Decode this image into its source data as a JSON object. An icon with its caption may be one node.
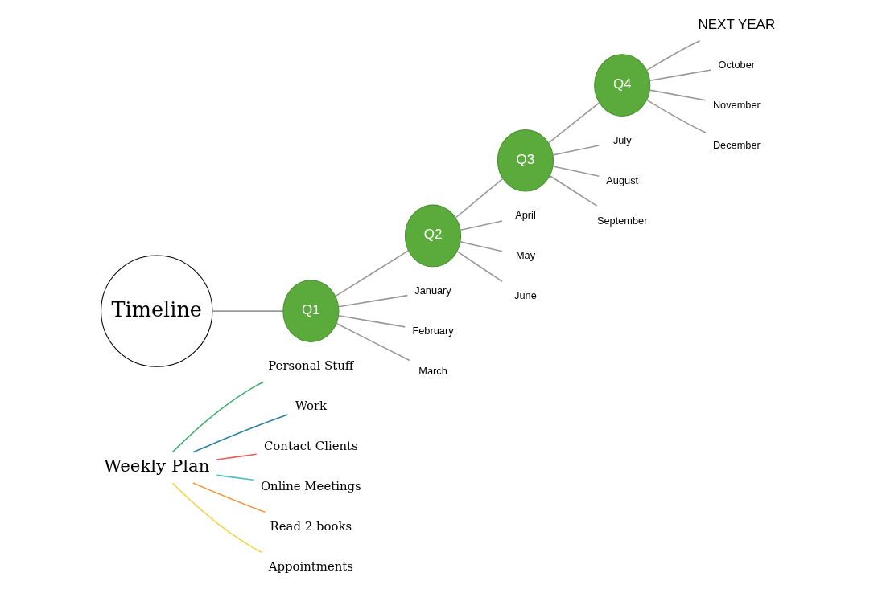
{
  "diagram": {
    "nodes": [
      {
        "text": [
          "Weekly Plan"
        ]
      },
      {
        "text": [
          "Personal Stuff"
        ]
      },
      {
        "text": [
          "Work"
        ]
      },
      {
        "text": [
          "Contact Clients"
        ]
      },
      {
        "text": [
          "Online Meetings"
        ]
      },
      {
        "text": [
          "Read 2 books"
        ]
      },
      {
        "text": [
          "Appointments"
        ]
      },
      {
        "text": [
          "Timeline"
        ]
      },
      {
        "text": [
          "Q1"
        ]
      },
      {
        "text": [
          "Q2"
        ]
      },
      {
        "text": [
          "Q3"
        ]
      },
      {
        "text": [
          "Q4"
        ]
      },
      {
        "text": [
          "NEXT YEAR"
        ]
      },
      {
        "text": [
          "January"
        ]
      },
      {
        "text": [
          "February"
        ]
      },
      {
        "text": [
          "March"
        ]
      },
      {
        "text": [
          "July"
        ]
      },
      {
        "text": [
          "August"
        ]
      },
      {
        "text": [
          "September"
        ]
      },
      {
        "text": [
          "April"
        ]
      },
      {
        "text": [
          "May"
        ]
      },
      {
        "text": [
          "June"
        ]
      },
      {
        "text": [
          "October"
        ]
      },
      {
        "text": [
          "November"
        ]
      },
      {
        "text": [
          "December"
        ]
      }
    ],
    "edges": [
      {
        "from": 0,
        "to": 1,
        "arrow": "none",
        "color": "#3cb06a"
      },
      {
        "from": 0,
        "to": 2,
        "arrow": "none",
        "color": "#2a7f9e"
      },
      {
        "from": 0,
        "to": 3,
        "arrow": "none",
        "color": "#e8605a"
      },
      {
        "from": 0,
        "to": 4,
        "arrow": "none",
        "color": "#4dbfbf"
      },
      {
        "from": 0,
        "to": 5,
        "arrow": "none",
        "color": "#f3994a"
      },
      {
        "from": 0,
        "to": 6,
        "arrow": "none",
        "color": "#f3d443"
      },
      {
        "from": 7,
        "to": 8,
        "arrow": "none"
      },
      {
        "from": 8,
        "to": 9,
        "arrow": "none"
      },
      {
        "from": 9,
        "to": 10,
        "arrow": "none"
      },
      {
        "from": 10,
        "to": 11,
        "arrow": "none"
      },
      {
        "from": 11,
        "to": 12,
        "arrow": "none"
      },
      {
        "from": 8,
        "to": 13,
        "arrow": "none"
      },
      {
        "from": 8,
        "to": 14,
        "arrow": "none"
      },
      {
        "from": 8,
        "to": 15,
        "arrow": "none"
      },
      {
        "from": 10,
        "to": 16,
        "arrow": "none"
      },
      {
        "from": 10,
        "to": 17,
        "arrow": "none"
      },
      {
        "from": 10,
        "to": 18,
        "arrow": "none"
      },
      {
        "from": 9,
        "to": 19,
        "arrow": "none"
      },
      {
        "from": 9,
        "to": 20,
        "arrow": "none"
      },
      {
        "from": 9,
        "to": 21,
        "arrow": "none"
      },
      {
        "from": 11,
        "to": 22,
        "arrow": "none"
      },
      {
        "from": 11,
        "to": 23,
        "arrow": "none"
      },
      {
        "from": 11,
        "to": 24,
        "arrow": "none"
      }
    ]
  }
}
